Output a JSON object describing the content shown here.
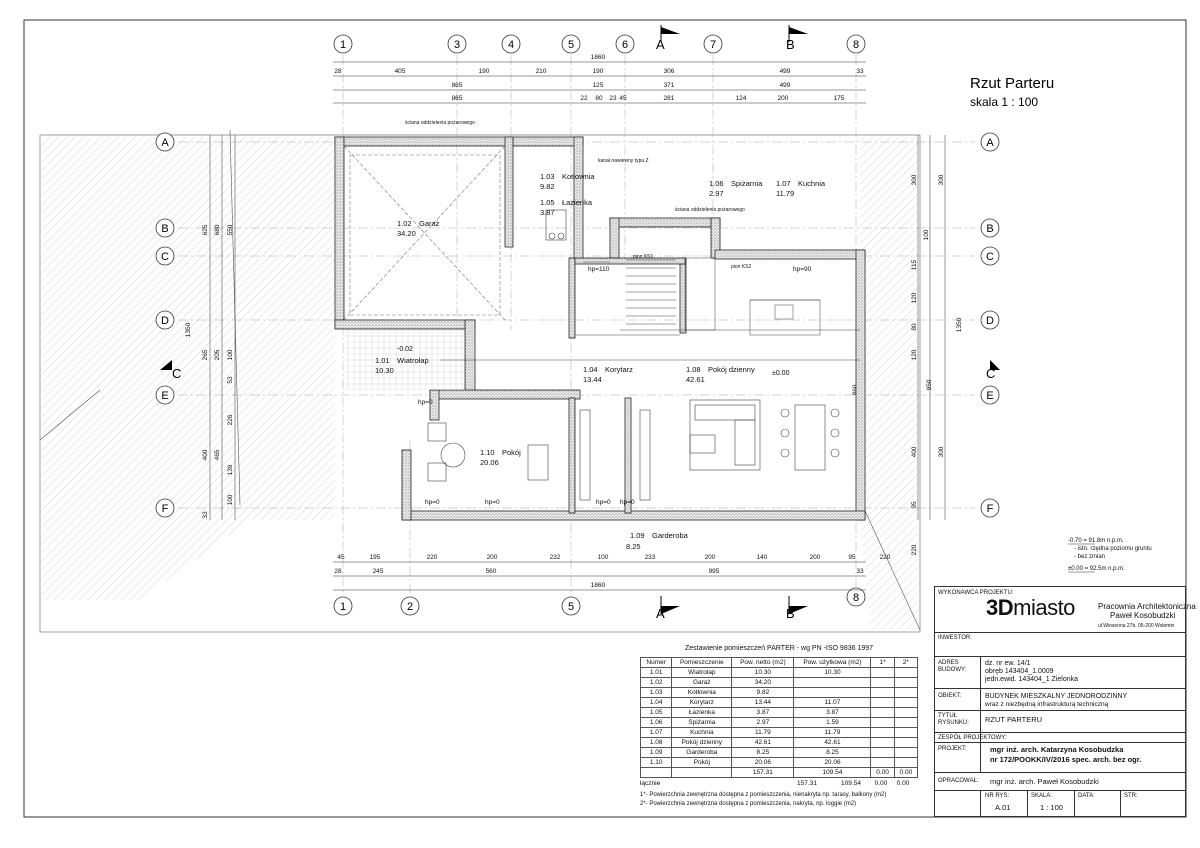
{
  "title": {
    "main": "Rzut Parteru",
    "scale": "skala 1 : 100"
  },
  "axes_top": [
    "1",
    "3",
    "4",
    "5",
    "6",
    "7",
    "8"
  ],
  "axes_bottom": [
    "1",
    "2",
    "5",
    "8"
  ],
  "axes_rows": [
    "A",
    "B",
    "C",
    "D",
    "E",
    "F"
  ],
  "section_marks": [
    "A",
    "B",
    "C"
  ],
  "dims": {
    "top_total": "1860",
    "top_row1": [
      "28",
      "405",
      "190",
      "210",
      "190",
      "306",
      "499",
      "33"
    ],
    "top_row2": [
      "865",
      "125",
      "371",
      "499"
    ],
    "top_row3": [
      "865",
      "22",
      "80",
      "23",
      "45",
      "281",
      "124",
      "200",
      "175"
    ],
    "bottom_row1": [
      "45",
      "195",
      "220",
      "200",
      "232",
      "100",
      "233",
      "200",
      "140",
      "200",
      "95",
      "220"
    ],
    "bottom_row2": [
      "28",
      "245",
      "560",
      "995",
      "33"
    ],
    "bottom_total": "1860",
    "left": [
      "625",
      "680",
      "550",
      "1350",
      "205",
      "265",
      "100",
      "53",
      "226",
      "400",
      "465",
      "139",
      "100",
      "33"
    ],
    "right": [
      "300",
      "300",
      "100",
      "115",
      "120",
      "80",
      "120",
      "950",
      "1350",
      "400",
      "860",
      "300",
      "95",
      "220"
    ]
  },
  "rooms": [
    {
      "no": "1.01",
      "name": "Wiatrołap",
      "area": "10.30"
    },
    {
      "no": "1.02",
      "name": "Garaż",
      "area": "34.20"
    },
    {
      "no": "1.03",
      "name": "Kotłownia",
      "area": "9.82"
    },
    {
      "no": "1.04",
      "name": "Korytarz",
      "area": "13.44"
    },
    {
      "no": "1.05",
      "name": "Łazienka",
      "area": "3.87"
    },
    {
      "no": "1.06",
      "name": "Spiżarnia",
      "area": "2.97"
    },
    {
      "no": "1.07",
      "name": "Kuchnia",
      "area": "11.79"
    },
    {
      "no": "1.08",
      "name": "Pokój dzienny",
      "area": "42.61"
    },
    {
      "no": "1.09",
      "name": "Garderoba",
      "area": "8.25"
    },
    {
      "no": "1.10",
      "name": "Pokój",
      "area": "20.06"
    }
  ],
  "plan_notes": {
    "wall_note_1": "ściana oddzielenia pożarowego",
    "wall_note_2": "ściana oddzielenia pożarowego",
    "vent_note": "kanał nawiewny typu Z",
    "level_garage": "-0.02",
    "level_main": "±0.00",
    "pion_ks1": "pion KS1",
    "pion_ks2": "pion KS2",
    "hp": [
      "hp=110",
      "hp=90",
      "hp=0",
      "hp=0",
      "hp=0",
      "hp=0",
      "hp=0"
    ]
  },
  "legend": {
    "line1": "-0.70 = 91.8m n.p.m.",
    "line2": "- istn. rzędna poziomu gruntu",
    "line3": "- bez zmian",
    "line4": "±0.00 = 92.5m n.p.m."
  },
  "room_table": {
    "title": "Zestawienie pomieszczeń PARTER - wg PN -ISO 9836 1997",
    "headers": [
      "Numer",
      "Pomieszczenie",
      "Pow. netto (m2)",
      "Pow. użytkowa (m2)",
      "1*",
      "2*"
    ],
    "rows": [
      [
        "1.01",
        "Wiatrołap",
        "10.30",
        "10.30",
        "",
        ""
      ],
      [
        "1.02",
        "Garaż",
        "34.20",
        "",
        "",
        ""
      ],
      [
        "1.03",
        "Kotłownia",
        "9.82",
        "",
        "",
        ""
      ],
      [
        "1.04",
        "Korytarz",
        "13.44",
        "11.07",
        "",
        ""
      ],
      [
        "1.05",
        "Łazienka",
        "3.87",
        "3.87",
        "",
        ""
      ],
      [
        "1.06",
        "Spiżarnia",
        "2.97",
        "1.59",
        "",
        ""
      ],
      [
        "1.07",
        "Kuchnia",
        "11.79",
        "11.79",
        "",
        ""
      ],
      [
        "1.08",
        "Pokój dzienny",
        "42.61",
        "42.61",
        "",
        ""
      ],
      [
        "1.09",
        "Garderoba",
        "8.25",
        "8.25",
        "",
        ""
      ],
      [
        "1.10",
        "Pokój",
        "20.06",
        "20.06",
        "",
        ""
      ],
      [
        "",
        "",
        "157.31",
        "109.54",
        "0.00",
        "0.00"
      ]
    ],
    "total_label": "łącznie",
    "total": [
      "157.31",
      "109.54",
      "0.00",
      "0.00"
    ],
    "footnote1": "1*- Powierzchnia zewnętrzna dostępna z pomieszczenia, nienakryta np. tarasy, balkony (m2)",
    "footnote2": "2*- Powierzchnia zewnętrzna dostępna z pomieszczenia, nakryta, np. loggie (m2)"
  },
  "title_block": {
    "designer_label": "WYKONAWCA PROJEKTU:",
    "logo_bold": "3D",
    "logo_rest": "miasto",
    "firm_line1": "Pracownia Architektoniczna",
    "firm_line2": "Paweł Kosobudzki",
    "firm_address": "ul.Wiosenna 27b, 05-200 Wołomin",
    "investor_label": "INWESTOR:",
    "address_label_1": "ADRES",
    "address_label_2": "BUDOWY:",
    "address_1": "dz. nr ew. 14/1",
    "address_2": "obręb 143404_1.0009",
    "address_3": "jedn.ewid. 143404_1  Zielonka",
    "object_label": "OBIEKT:",
    "object_1": "BUDYNEK MIESZKALNY JEDNORODZINNY",
    "object_2": "wraz z niezbędną infrastrukturą techniczną",
    "drawing_label_1": "TYTUŁ",
    "drawing_label_2": "RYSUNKU:",
    "drawing_title": "RZUT PARTERU",
    "team_label": "ZESPÓŁ PROJEKTOWY:",
    "project_label": "PROJEKT:",
    "project_1": "mgr inż. arch. Katarzyna Kosobudzka",
    "project_2": "nr 172/POOKK/IV/2016 spec. arch. bez ogr.",
    "drawn_label": "OPRACOWAŁ:",
    "drawn_by": "mgr inż. arch. Paweł Kosobudzki",
    "sheet_no_label": "NR RYS:",
    "sheet_no": "A.01",
    "scale_label": "SKALA:",
    "scale": "1 : 100",
    "date_label": "DATA:",
    "page_label": "STR:"
  }
}
